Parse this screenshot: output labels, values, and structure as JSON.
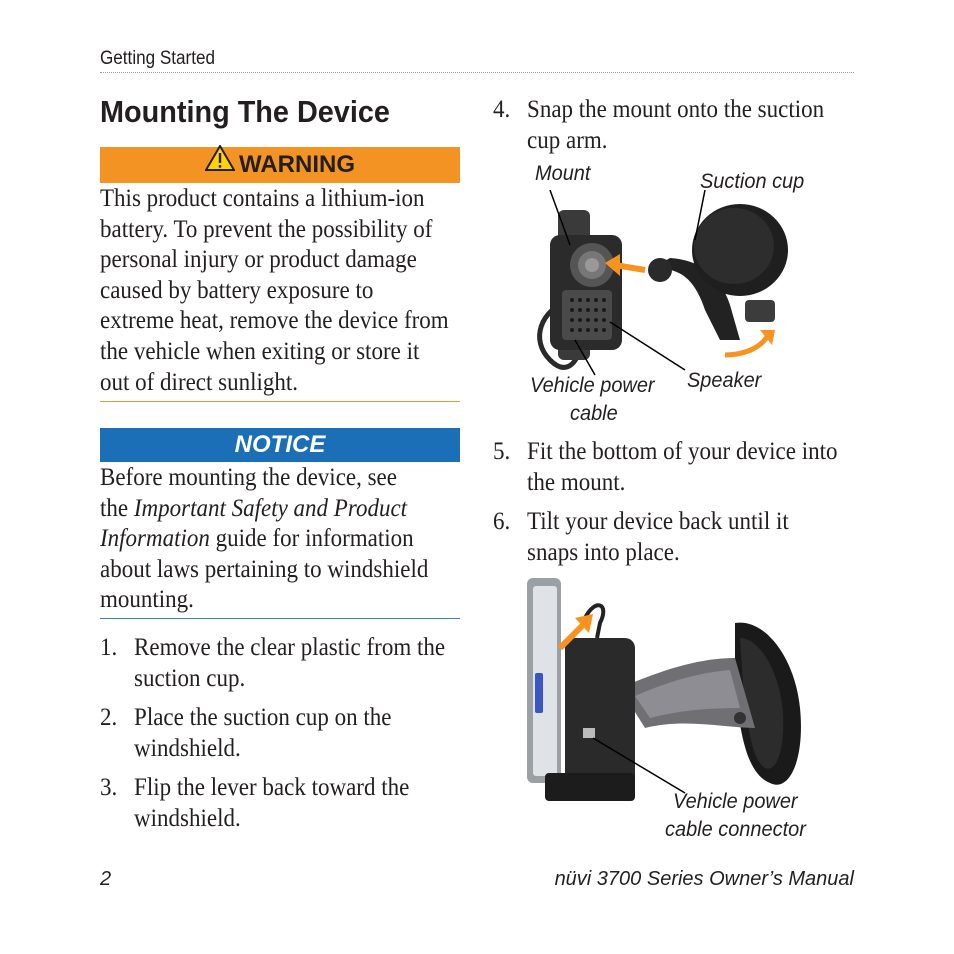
{
  "header": {
    "section": "Getting Started"
  },
  "title": "Mounting The Device",
  "warning": {
    "label": "WARNING",
    "lines": [
      "This product contains a lithium-ion",
      "battery. To prevent the possibility of",
      "personal injury or product damage",
      "caused by battery exposure to",
      "extreme heat, remove the device from",
      "the vehicle when exiting or store it",
      "out of direct sunlight."
    ]
  },
  "notice": {
    "label": "NOTICE",
    "line1": "Before mounting the device, see",
    "line2_pre": "the ",
    "line2_italic": "Important Safety and Product",
    "line3_italic": "Information",
    "line3_post": " guide for information",
    "line4": "about laws pertaining to windshield",
    "line5": "mounting."
  },
  "steps": [
    {
      "num": "1.",
      "line1": "Remove the clear plastic from the",
      "line2": "suction cup."
    },
    {
      "num": "2.",
      "line1": "Place the suction cup on the",
      "line2": "windshield."
    },
    {
      "num": "3.",
      "line1": "Flip the lever back toward the",
      "line2": "windshield."
    },
    {
      "num": "4.",
      "line1": "Snap the mount onto the suction",
      "line2": "cup arm."
    },
    {
      "num": "5.",
      "line1": "Fit the bottom of your device into",
      "line2": "the mount."
    },
    {
      "num": "6.",
      "line1": "Tilt your device back until it",
      "line2": "snaps into place."
    }
  ],
  "figure1": {
    "mount": "Mount",
    "suction_cup": "Suction cup",
    "vehicle_power_1": "Vehicle power",
    "vehicle_power_2": "cable",
    "speaker": "Speaker"
  },
  "figure2": {
    "connector_1": "Vehicle power",
    "connector_2": "cable connector"
  },
  "footer": {
    "page_number": "2",
    "manual_title": "nüvi 3700 Series Owner’s Manual"
  },
  "colors": {
    "warning": "#f29324",
    "notice": "#1b6fb7",
    "arrow": "#f7931e"
  }
}
